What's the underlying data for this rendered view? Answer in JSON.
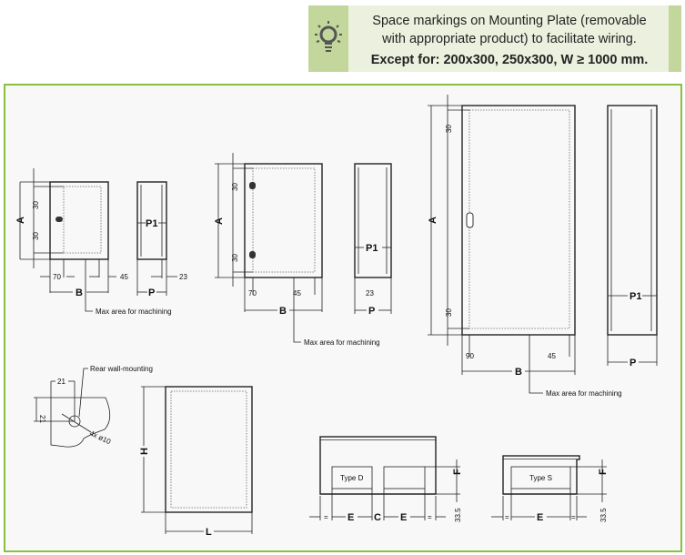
{
  "note": {
    "icon": "lightbulb-icon",
    "line1": "Space markings on Mounting Plate (removable",
    "line2": "with appropriate product) to facilitate wiring.",
    "line3": "Except for: 200x300, 250x300, W ≥ 1000 mm."
  },
  "drawings": {
    "dim_A": "A",
    "dim_B": "B",
    "dim_P": "P",
    "dim_P1": "P1",
    "dim_30": "30",
    "dim_70": "70",
    "dim_45": "45",
    "dim_23": "23",
    "dim_90": "90",
    "max_area": "Max area for machining",
    "rear_wall": "Rear wall-mounting",
    "dim_21": "21",
    "hole": "4x ø10",
    "dim_H": "H",
    "dim_L": "L",
    "type_d": "Type D",
    "type_s": "Type S",
    "dim_E": "E",
    "dim_C": "C",
    "dim_F": "F",
    "dim_eq": "=",
    "dim_33_5": "33.5"
  },
  "colors": {
    "accent": "#8cbf3f",
    "note_bg": "#ebf1de",
    "note_strip": "#c3d69b"
  }
}
